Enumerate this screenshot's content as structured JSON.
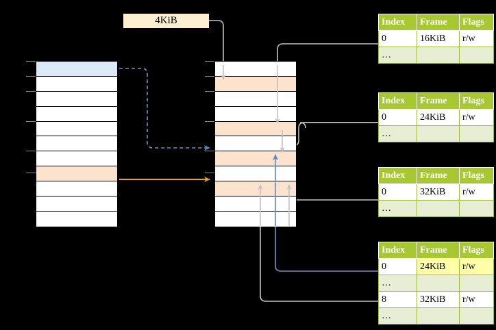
{
  "diagram": {
    "title": "page-table-walk",
    "label_box": {
      "text": "4KiB"
    },
    "colors": {
      "header_green": "#a8c832",
      "alt_row_green": "#e8eed4",
      "highlight_yellow": "#ffffa8",
      "row_blue": "#dce9f9",
      "row_orange": "#fde3cd",
      "arrow_orange": "#e8a317",
      "arrow_blue": "#6f94c8",
      "connector_gray": "#c9c9c9",
      "background": "#000000"
    },
    "memory_columns": [
      {
        "name": "left-memory-column",
        "rows": [
          {
            "index": 0,
            "fill": "blue"
          },
          {
            "index": 1,
            "fill": "white"
          },
          {
            "index": 2,
            "fill": "white"
          },
          {
            "index": 3,
            "fill": "white"
          },
          {
            "index": 4,
            "fill": "white"
          },
          {
            "index": 5,
            "fill": "white"
          },
          {
            "index": 6,
            "fill": "white"
          },
          {
            "index": 7,
            "fill": "orange"
          },
          {
            "index": 8,
            "fill": "white"
          },
          {
            "index": 9,
            "fill": "white"
          },
          {
            "index": 10,
            "fill": "white"
          }
        ]
      },
      {
        "name": "right-memory-column",
        "rows": [
          {
            "index": 0,
            "fill": "white"
          },
          {
            "index": 1,
            "fill": "orange"
          },
          {
            "index": 2,
            "fill": "white"
          },
          {
            "index": 3,
            "fill": "white"
          },
          {
            "index": 4,
            "fill": "orange"
          },
          {
            "index": 5,
            "fill": "white"
          },
          {
            "index": 6,
            "fill": "orange"
          },
          {
            "index": 7,
            "fill": "white"
          },
          {
            "index": 8,
            "fill": "orange"
          },
          {
            "index": 9,
            "fill": "white"
          },
          {
            "index": 10,
            "fill": "white"
          }
        ]
      }
    ],
    "tables": [
      {
        "name": "page-table-1",
        "headers": [
          "Index",
          "Frame",
          "Flags"
        ],
        "rows": [
          {
            "cells": [
              "0",
              "16KiB",
              "r/w"
            ],
            "alt": false,
            "highlight": []
          },
          {
            "cells": [
              "…",
              "",
              ""
            ],
            "alt": true,
            "highlight": []
          }
        ]
      },
      {
        "name": "page-table-2",
        "headers": [
          "Index",
          "Frame",
          "Flags"
        ],
        "rows": [
          {
            "cells": [
              "0",
              "24KiB",
              "r/w"
            ],
            "alt": false,
            "highlight": []
          },
          {
            "cells": [
              "…",
              "",
              ""
            ],
            "alt": true,
            "highlight": []
          }
        ]
      },
      {
        "name": "page-table-3",
        "headers": [
          "Index",
          "Frame",
          "Flags"
        ],
        "rows": [
          {
            "cells": [
              "0",
              "32KiB",
              "r/w"
            ],
            "alt": false,
            "highlight": []
          },
          {
            "cells": [
              "…",
              "",
              ""
            ],
            "alt": true,
            "highlight": []
          }
        ]
      },
      {
        "name": "page-table-4",
        "headers": [
          "Index",
          "Frame",
          "Flags"
        ],
        "rows": [
          {
            "cells": [
              "0",
              "24KiB",
              "r/w"
            ],
            "alt": false,
            "highlight": [
              1,
              2
            ]
          },
          {
            "cells": [
              "…",
              "",
              ""
            ],
            "alt": true,
            "highlight": []
          },
          {
            "cells": [
              "8",
              "32KiB",
              "r/w"
            ],
            "alt": false,
            "highlight": []
          },
          {
            "cells": [
              "…",
              "",
              ""
            ],
            "alt": true,
            "highlight": []
          }
        ]
      }
    ],
    "connectors": [
      {
        "name": "blue-dashed-arrow",
        "from": "left-row-0",
        "to": "right-row-6",
        "style": "dashed",
        "color": "#6f94c8"
      },
      {
        "name": "orange-solid-arrow",
        "from": "left-row-7",
        "to": "right-row-8",
        "style": "solid",
        "color": "#e8a317"
      },
      {
        "name": "label-to-right-row-1",
        "from": "label-4kib",
        "to": "right-row-1",
        "style": "solid",
        "color": "#c9c9c9"
      },
      {
        "name": "table1-to-right-row-4",
        "from": "page-table-1-row-0",
        "to": "right-row-4",
        "style": "solid",
        "color": "#c9c9c9"
      },
      {
        "name": "table2-to-right-row-6",
        "from": "page-table-2-row-0",
        "to": "right-row-6",
        "style": "solid",
        "color": "#c9c9c9"
      },
      {
        "name": "table3-to-right-row-8",
        "from": "page-table-3-row-0",
        "to": "right-row-8",
        "style": "solid",
        "color": "#c9c9c9"
      },
      {
        "name": "table4-row0-to-right-row-6",
        "from": "page-table-4-row-0",
        "to": "right-row-6",
        "style": "solid",
        "color": "#6f94c8"
      },
      {
        "name": "table4-row2-to-right-row-8",
        "from": "page-table-4-row-2",
        "to": "right-row-8",
        "style": "solid",
        "color": "#c9c9c9"
      }
    ]
  }
}
